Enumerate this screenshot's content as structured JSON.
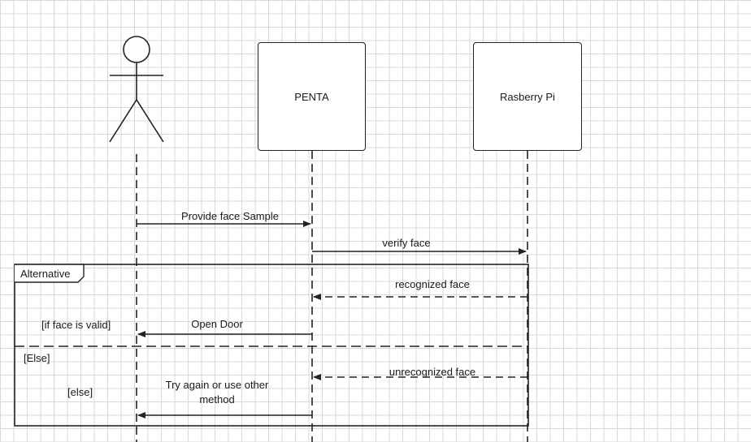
{
  "participants": {
    "actor": {
      "name": ""
    },
    "penta": {
      "name": "PENTA"
    },
    "pi": {
      "name": "Rasberry Pi"
    }
  },
  "messages": {
    "provide_face": "Provide face Sample",
    "verify_face": "verify face",
    "recognized_face": "recognized face",
    "open_door": "Open Door",
    "unrecognized_face": "unrecognized face",
    "try_again_line1": "Try again or use other",
    "try_again_line2": "method"
  },
  "fragment": {
    "operator": "Alternative",
    "guard_valid": "[if face is valid]",
    "guard_else": "[Else]",
    "guard_else_inner": "[else]"
  },
  "colors": {
    "line": "#222222",
    "grid": "#d9d9d9"
  }
}
